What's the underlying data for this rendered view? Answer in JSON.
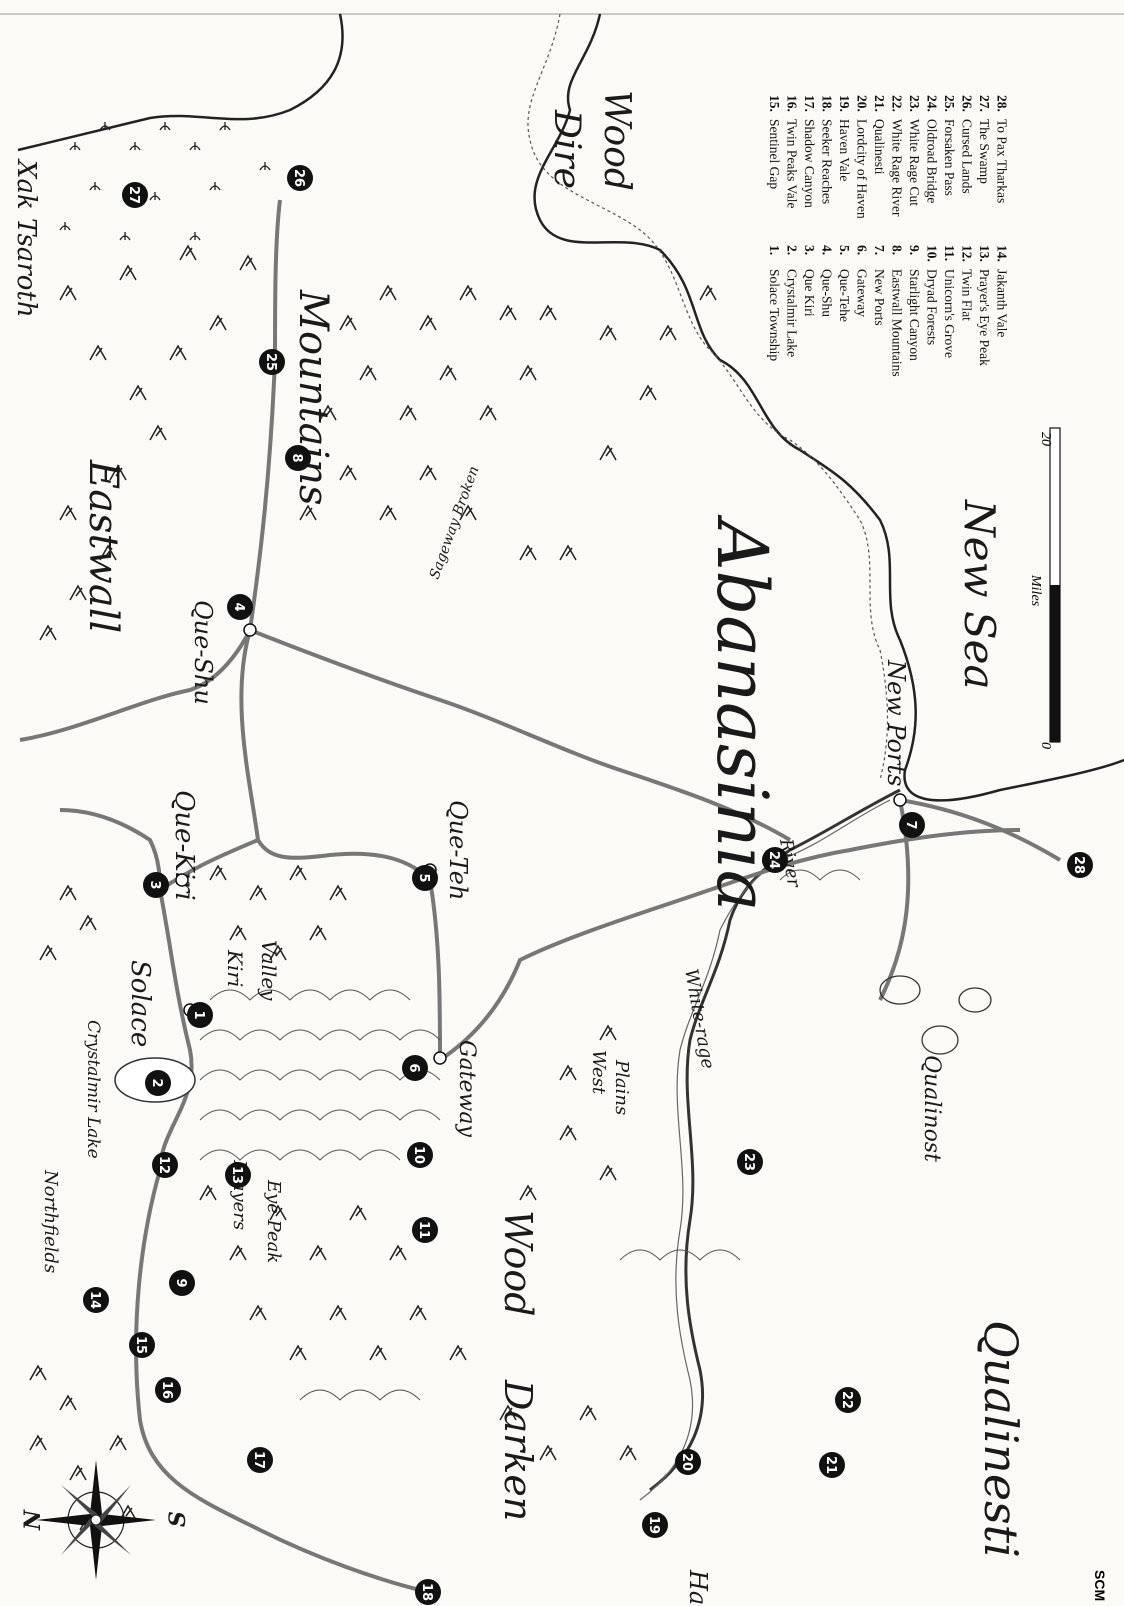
{
  "compass": {
    "north": "N",
    "south": "S"
  },
  "region_labels": {
    "abanasinia": "Abanasinia",
    "eastwall": "Eastwall",
    "mountains": "Mountains",
    "new_sea": "New Sea",
    "darken": "Darken",
    "wood": "Wood",
    "qualinesti": "Qualinesti",
    "dire": "Dire",
    "dire_wood": "Wood",
    "northfields": "Northfields",
    "kirivalley_kiri": "Kiri",
    "kirivalley_valley": "Valley",
    "west": "West",
    "plains": "Plains",
    "prayers": "Prayers",
    "eye_peak": "Eye Peak"
  },
  "place_labels": {
    "solace": "Solace",
    "crystalmir_lake": "Crystalmir Lake",
    "que_kiri": "Que-Kiri",
    "que_shu": "Que-Shu",
    "que_teh": "Que-Teh",
    "gateway": "Gateway",
    "new_ports": "New Ports",
    "haven": "Haven",
    "qualinost": "Qualinost",
    "xak_tsaroth": "Xak Tsaroth",
    "sageway_broken": "Sageway Broken",
    "white_rage": "White-rage",
    "river": "River"
  },
  "scale_bar": {
    "start": "0",
    "end": "20",
    "unit": "Miles"
  },
  "signature": "SCM",
  "markers": [
    "1",
    "2",
    "3",
    "4",
    "5",
    "6",
    "7",
    "8",
    "9",
    "10",
    "11",
    "12",
    "13",
    "14",
    "15",
    "16",
    "17",
    "18",
    "19",
    "20",
    "21",
    "22",
    "23",
    "24",
    "25",
    "26",
    "27",
    "28"
  ],
  "legend": [
    {
      "num": "1.",
      "name": "Solace Township"
    },
    {
      "num": "2.",
      "name": "Crystalmir Lake"
    },
    {
      "num": "3.",
      "name": "Que Kiri"
    },
    {
      "num": "4.",
      "name": "Que-Shu"
    },
    {
      "num": "5.",
      "name": "Que-Tehe"
    },
    {
      "num": "6.",
      "name": "Gateway"
    },
    {
      "num": "7.",
      "name": "New Ports"
    },
    {
      "num": "8.",
      "name": "Eastwall Mountains"
    },
    {
      "num": "9.",
      "name": "Starlight Canyon"
    },
    {
      "num": "10.",
      "name": "Dryad Forests"
    },
    {
      "num": "11.",
      "name": "Unicorn's Grove"
    },
    {
      "num": "12.",
      "name": "Twin Flat"
    },
    {
      "num": "13.",
      "name": "Prayer's Eye Peak"
    },
    {
      "num": "14.",
      "name": "Jakanth Vale"
    },
    {
      "num": "15.",
      "name": "Sentinel Gap"
    },
    {
      "num": "16.",
      "name": "Twin Peaks Vale"
    },
    {
      "num": "17.",
      "name": "Shadow Canyon"
    },
    {
      "num": "18.",
      "name": "Seeker Reaches"
    },
    {
      "num": "19.",
      "name": "Haven Vale"
    },
    {
      "num": "20.",
      "name": "Lordcity of Haven"
    },
    {
      "num": "21.",
      "name": "Qualinesti"
    },
    {
      "num": "22.",
      "name": "White Rage River"
    },
    {
      "num": "23.",
      "name": "White Rage Cut"
    },
    {
      "num": "24.",
      "name": "Oldroad Bridge"
    },
    {
      "num": "25.",
      "name": "Forsaken Pass"
    },
    {
      "num": "26.",
      "name": "Cursed Lands"
    },
    {
      "num": "27.",
      "name": "The Swamp"
    },
    {
      "num": "28.",
      "name": "To Pax Tharkas"
    }
  ]
}
